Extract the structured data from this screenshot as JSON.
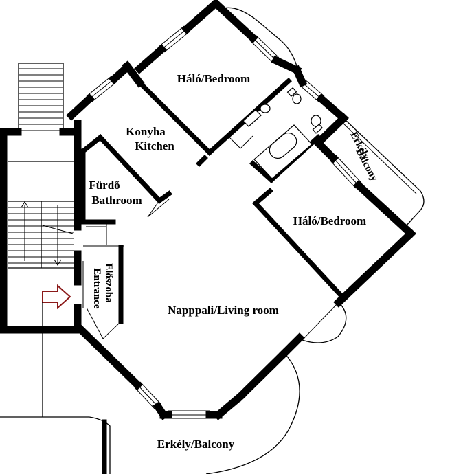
{
  "rooms": {
    "bedroom_top": "Háló/Bedroom",
    "kitchen_hu": "Konyha",
    "kitchen_en": "Kitchen",
    "bathroom_hu": "Fürdő",
    "bathroom_en": "Bathroom",
    "balcony_right_hu": "Erkély",
    "balcony_right_en": "Balcony",
    "bedroom_right": "Háló/Bedroom",
    "entrance_hu": "Előszoba",
    "entrance_en": "Entrance",
    "living_room": "Napppali/Living room",
    "balcony_bottom": "Erkély/Balcony"
  },
  "colors": {
    "walls": "#000000",
    "entrance_arrow": "#8b1a1a",
    "background": "#ffffff"
  },
  "icons": {
    "entrance_arrow": "arrow-right-outline-icon"
  }
}
